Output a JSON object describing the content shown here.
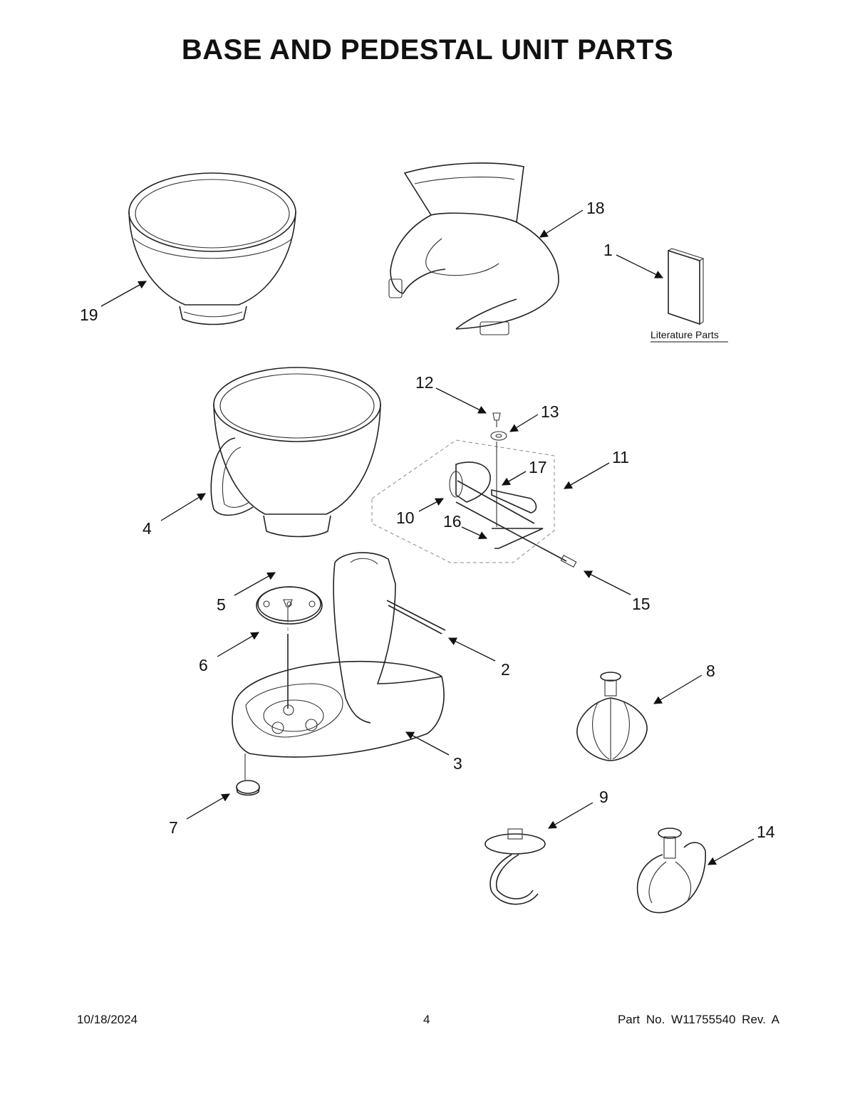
{
  "page": {
    "title": "BASE AND PEDESTAL UNIT PARTS"
  },
  "literature": {
    "label": "Literature Parts"
  },
  "callouts": [
    {
      "id": "c1",
      "text": "1"
    },
    {
      "id": "c2",
      "text": "2"
    },
    {
      "id": "c3",
      "text": "3"
    },
    {
      "id": "c4",
      "text": "4"
    },
    {
      "id": "c5",
      "text": "5"
    },
    {
      "id": "c6",
      "text": "6"
    },
    {
      "id": "c7",
      "text": "7"
    },
    {
      "id": "c8",
      "text": "8"
    },
    {
      "id": "c9",
      "text": "9"
    },
    {
      "id": "c10",
      "text": "10"
    },
    {
      "id": "c11",
      "text": "11"
    },
    {
      "id": "c12",
      "text": "12"
    },
    {
      "id": "c13",
      "text": "13"
    },
    {
      "id": "c14",
      "text": "14"
    },
    {
      "id": "c15",
      "text": "15"
    },
    {
      "id": "c16",
      "text": "16"
    },
    {
      "id": "c17",
      "text": "17"
    },
    {
      "id": "c18",
      "text": "18"
    },
    {
      "id": "c19",
      "text": "19"
    }
  ],
  "footer": {
    "date": "10/18/2024",
    "page_number": "4",
    "part_number": "Part No.  W11755540   Rev.  A"
  }
}
